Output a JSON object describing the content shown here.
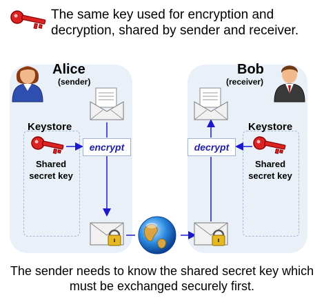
{
  "header": {
    "text": "The same key used for encryption and decryption, shared by sender and receiver.",
    "key_icon": "red-key-icon"
  },
  "alice": {
    "name": "Alice",
    "role": "(sender)",
    "keystore_label": "Keystore",
    "secret_label": "Shared secret key",
    "operation": "encrypt",
    "icons": [
      "user-female-icon",
      "red-key-icon",
      "open-envelope-icon",
      "locked-envelope-icon"
    ]
  },
  "bob": {
    "name": "Bob",
    "role": "(receiver)",
    "keystore_label": "Keystore",
    "secret_label": "Shared secret key",
    "operation": "decrypt",
    "icons": [
      "user-male-icon",
      "red-key-icon",
      "open-envelope-icon",
      "locked-envelope-icon"
    ]
  },
  "network_icon": "globe-icon",
  "footer": {
    "text": "The sender needs to know the shared secret key which must be exchanged securely first."
  },
  "colors": {
    "panel": "#eaf0f8",
    "arrow": "#1a1acc",
    "key": "#cc2222",
    "operation_text": "#1f1fa8"
  }
}
